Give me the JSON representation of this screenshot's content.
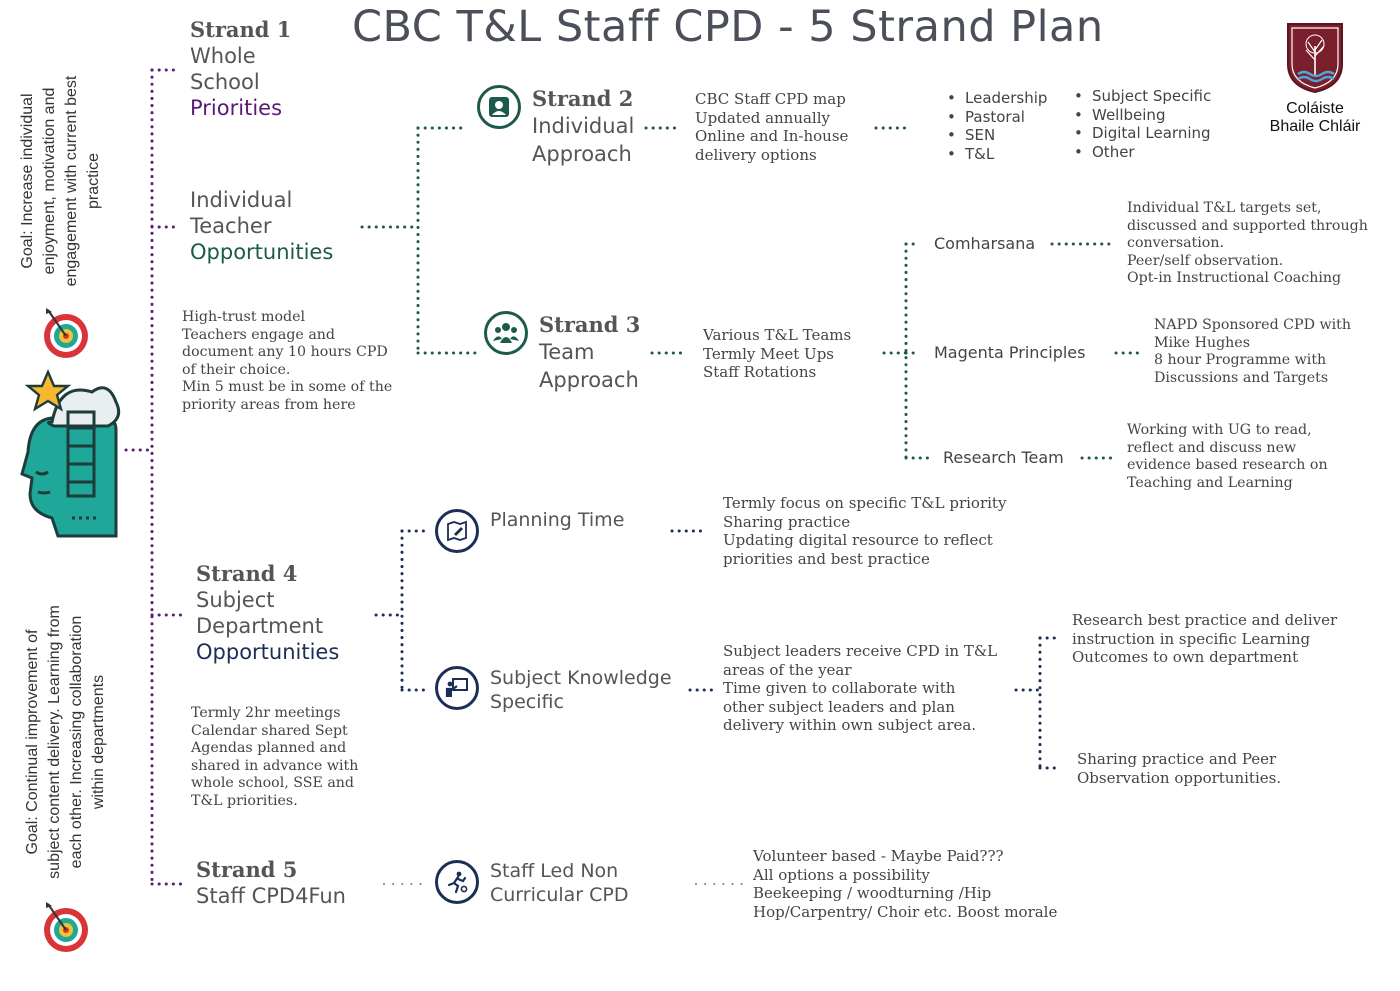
{
  "title": "CBC T&L Staff CPD - 5 Strand Plan",
  "logo": {
    "line1": "Coláiste",
    "line2": "Bhaile Chláir"
  },
  "goals": {
    "top": "Goal: Increase individual enjoyment, motivation and engagement with current best practice",
    "bottom": "Goal: Continual improvement of subject content delivery. Learning from each other. Increasing collaboration within departments"
  },
  "strand1": {
    "num": "Strand 1",
    "line1": "Whole",
    "line2": "School",
    "line3": "Priorities"
  },
  "individual": {
    "line1": "Individual",
    "line2": "Teacher",
    "line3": "Opportunities",
    "desc": [
      "High-trust model",
      "Teachers engage and",
      "document any 10 hours CPD",
      "of their choice.",
      "Min 5 must be in some of the",
      "priority areas from here"
    ]
  },
  "strand2": {
    "num": "Strand 2",
    "line1": "Individual",
    "line2": "Approach",
    "desc": [
      "CBC Staff CPD map",
      "Updated annually",
      "Online and In-house",
      "delivery options"
    ],
    "bullets_a": [
      "Leadership",
      "Pastoral",
      "SEN",
      "T&L"
    ],
    "bullets_b": [
      "Subject Specific",
      "Wellbeing",
      "Digital Learning",
      "Other"
    ]
  },
  "strand3": {
    "num": "Strand 3",
    "line1": "Team",
    "line2": "Approach",
    "desc": [
      "Various T&L Teams",
      "Termly Meet Ups",
      "Staff Rotations"
    ],
    "nodes": [
      {
        "label": "Comharsana",
        "desc": [
          "Individual T&L targets set,",
          "discussed and supported through",
          "conversation.",
          "Peer/self observation.",
          "Opt-in Instructional Coaching"
        ]
      },
      {
        "label": "Magenta Principles",
        "desc": [
          "NAPD Sponsored CPD with",
          "Mike Hughes",
          "8 hour Programme with",
          "Discussions and Targets"
        ]
      },
      {
        "label": "Research Team",
        "desc": [
          "Working with UG to read,",
          "reflect and discuss new",
          "evidence based research on",
          "Teaching and Learning"
        ]
      }
    ]
  },
  "strand4": {
    "num": "Strand 4",
    "line1": "Subject",
    "line2": "Department",
    "line3": "Opportunities",
    "desc": [
      "Termly 2hr meetings",
      "Calendar shared Sept",
      "Agendas planned and",
      "shared in advance with",
      "whole school, SSE and",
      "T&L priorities."
    ],
    "planning": {
      "label": "Planning Time",
      "desc": [
        "Termly focus on specific T&L priority",
        "Sharing practice",
        "Updating digital resource to reflect",
        "priorities and best practice"
      ]
    },
    "subject": {
      "line1": "Subject Knowledge",
      "line2": "Specific",
      "desc": [
        "Subject leaders receive CPD in T&L",
        "areas of the year",
        "Time given to collaborate with",
        "other subject leaders and plan",
        "delivery within own subject area."
      ],
      "branch_a": [
        "Research best practice and deliver",
        "instruction in specific Learning",
        "Outcomes to own department"
      ],
      "branch_b": [
        "Sharing practice and Peer",
        "Observation opportunities."
      ]
    }
  },
  "strand5": {
    "num": "Strand 5",
    "line1": "Staff CPD4Fun",
    "node": {
      "line1": "Staff Led Non",
      "line2": "Curricular CPD"
    },
    "desc": [
      "Volunteer based - Maybe Paid???",
      "All options a possibility",
      "Beekeeping / woodturning /Hip",
      "Hop/Carpentry/ Choir etc.  Boost morale"
    ]
  },
  "colors": {
    "purple": "#5a1a78",
    "green": "#1d5a4c",
    "navy": "#1c2e56",
    "teal": "#1fa89a",
    "logo": "#7a1f2b"
  }
}
